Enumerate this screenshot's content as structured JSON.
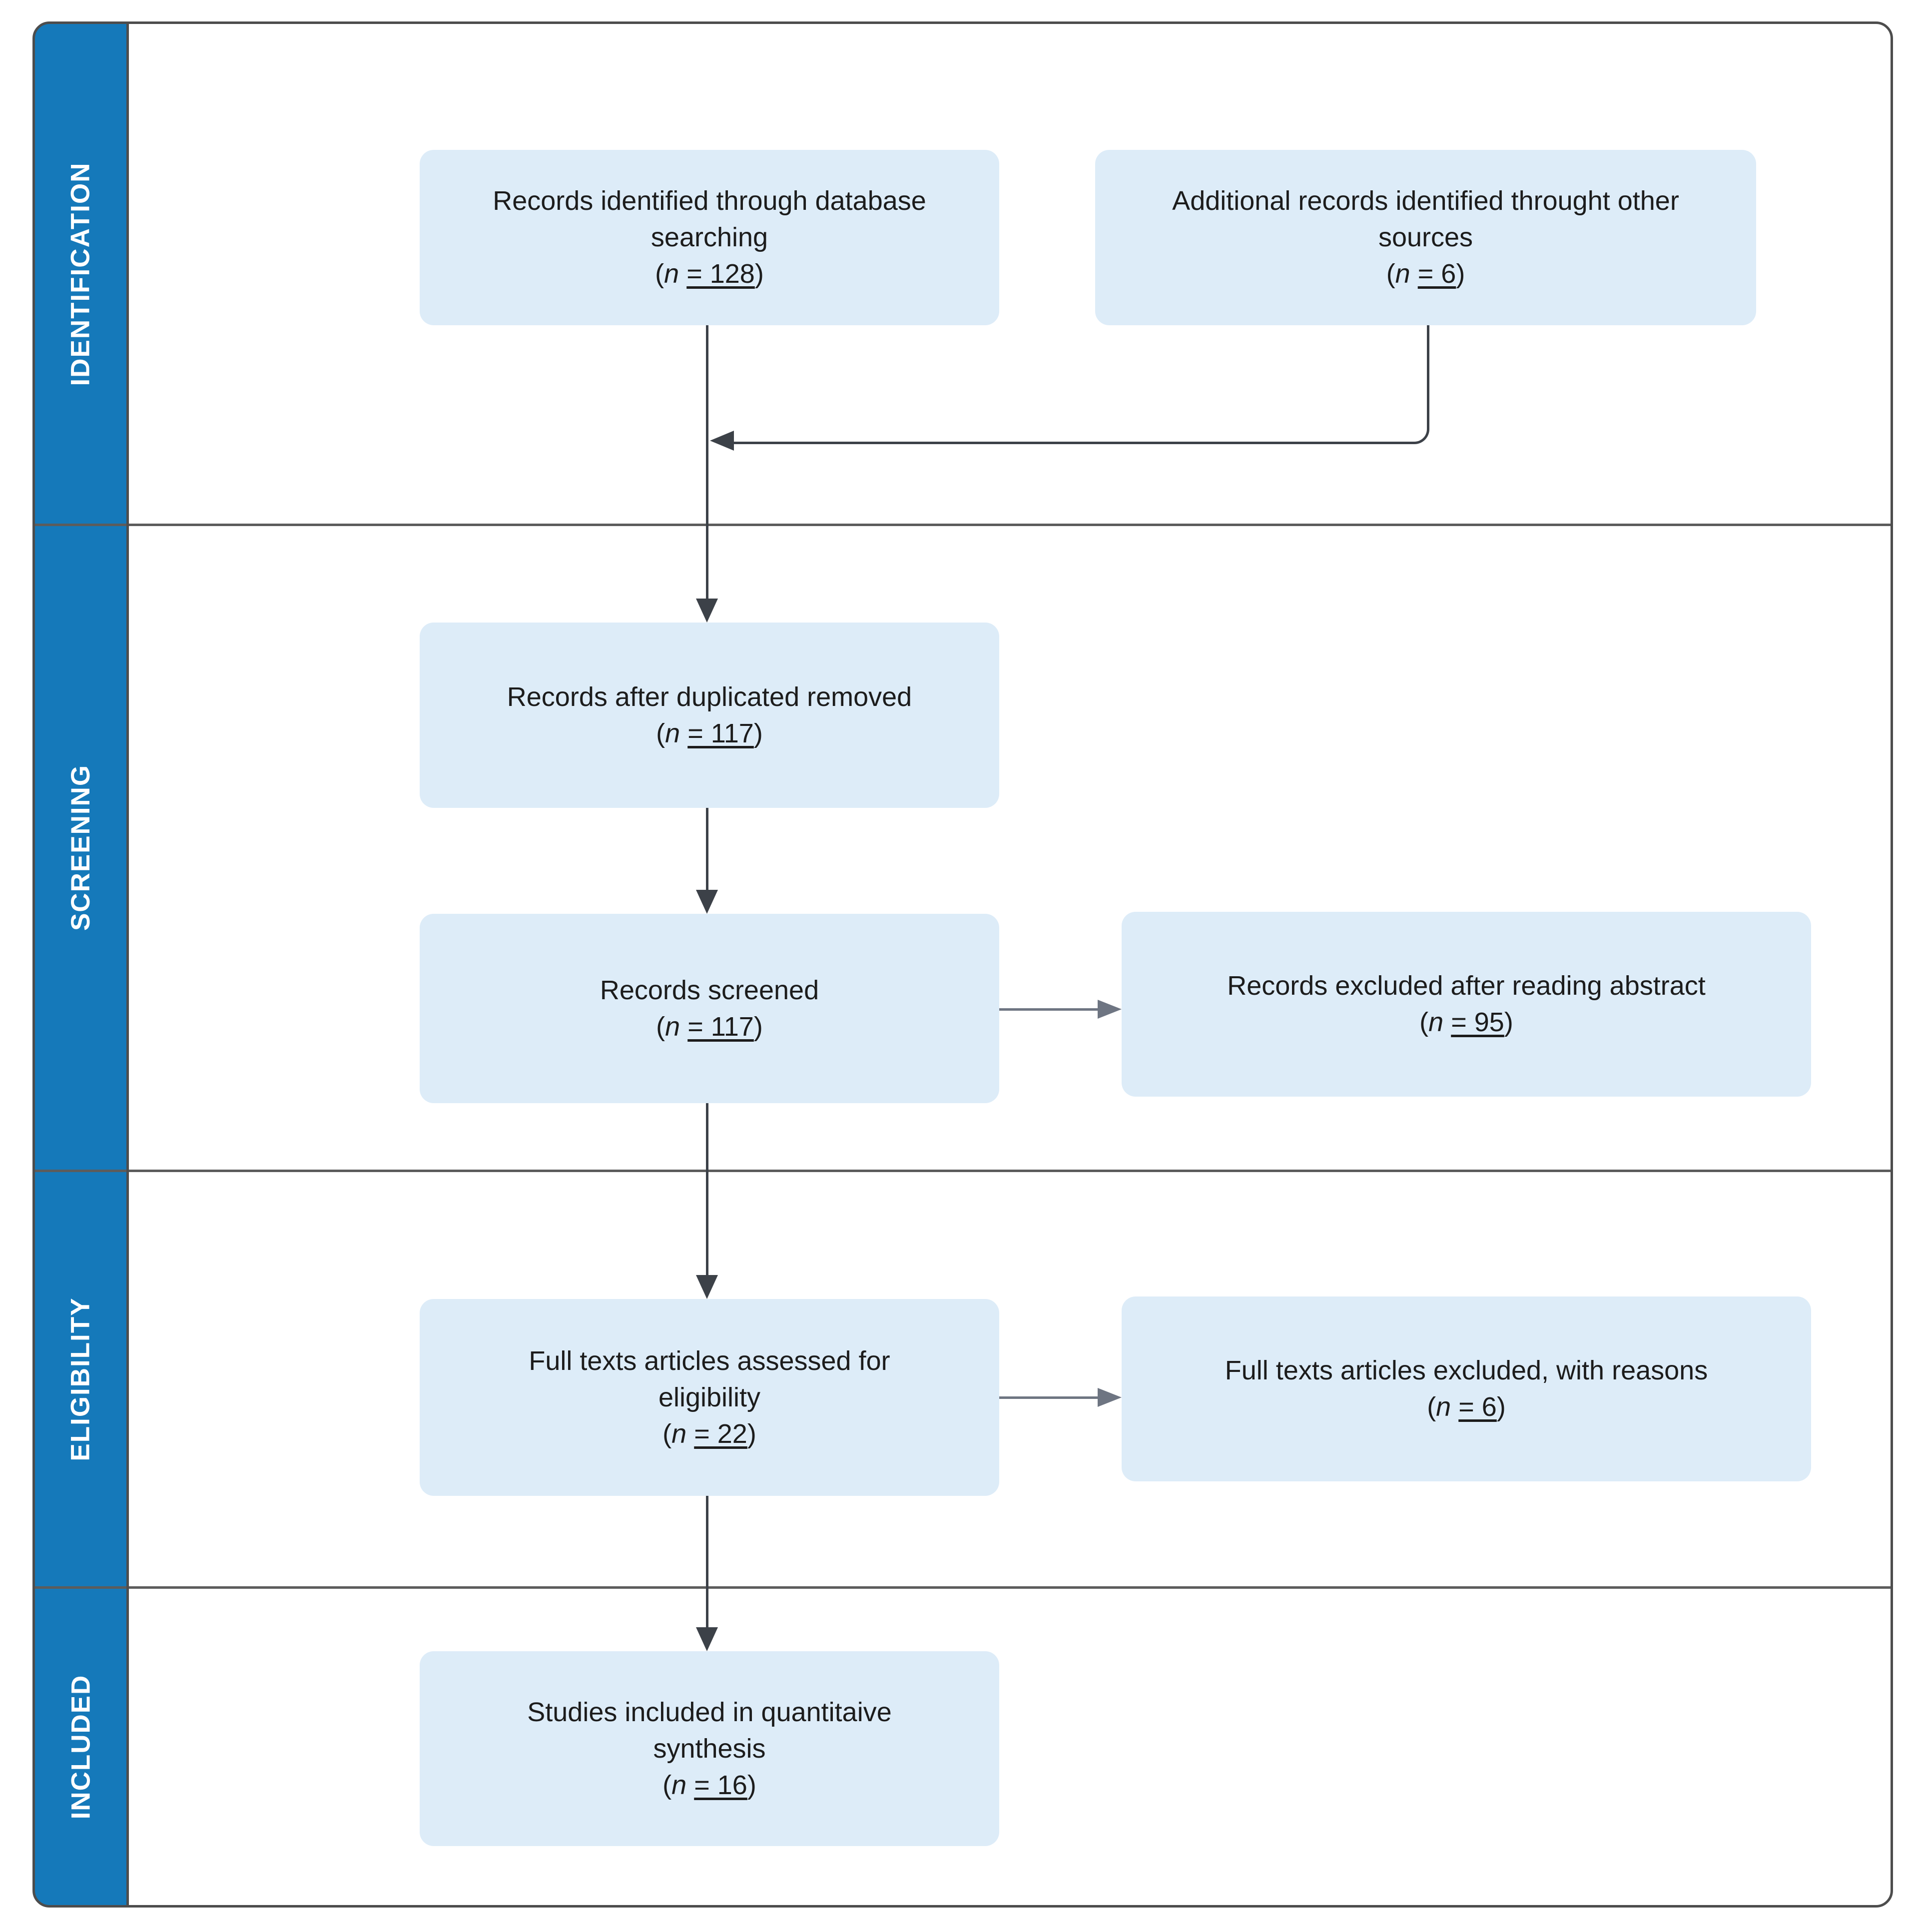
{
  "diagram": {
    "type": "prisma-flowchart",
    "phases": [
      {
        "label": "IDENTIFICATION"
      },
      {
        "label": "SCREENING"
      },
      {
        "label": "ELIGIBILITY"
      },
      {
        "label": "INCLUDED"
      }
    ],
    "boxes": [
      {
        "id": "records-identified",
        "lines": [
          "Records identified through database",
          "searching"
        ],
        "count": "(n = 128)"
      },
      {
        "id": "additional-records",
        "lines": [
          "Additional records identified throught other",
          "sources"
        ],
        "count": "(n = 6)"
      },
      {
        "id": "records-deduplicated",
        "lines": [
          "Records after duplicated removed"
        ],
        "count": "(n = 117)"
      },
      {
        "id": "records-screened",
        "lines": [
          "Records screened"
        ],
        "count": "(n = 117)"
      },
      {
        "id": "records-excluded-abstract",
        "lines": [
          "Records excluded after reading abstract"
        ],
        "count": "(n = 95)"
      },
      {
        "id": "fulltext-assessed",
        "lines": [
          "Full texts articles assessed for",
          "eligibility"
        ],
        "count": "(n = 22)"
      },
      {
        "id": "fulltext-excluded",
        "lines": [
          "Full texts articles excluded, with reasons"
        ],
        "count": "(n = 6)"
      },
      {
        "id": "studies-included",
        "lines": [
          "Studies included in quantitaive",
          "synthesis"
        ],
        "count": "(n = 16)"
      }
    ]
  },
  "colors": {
    "phase_blue": "#1579ba",
    "box_fill": "#ddecf8",
    "frame_border": "#4d4d4d",
    "divider": "#5c5c5c",
    "arrow_dark": "#3c4148",
    "arrow_gray": "#6e7582",
    "text_dark": "#1c1c1c",
    "label_white": "#ffffff"
  }
}
